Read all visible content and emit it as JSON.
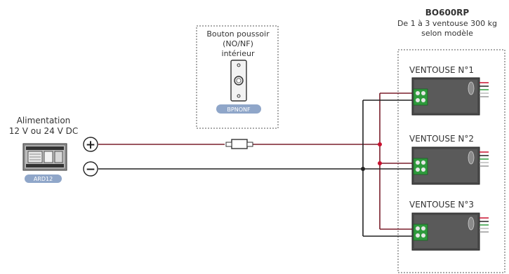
{
  "product": {
    "code": "BO600RP",
    "line1": "De 1 à 3 ventouse 300 kg",
    "line2": "selon modèle"
  },
  "push_button": {
    "line1": "Bouton poussoir",
    "line2": "(NO/NF)",
    "line3": "intérieur",
    "badge": "BPNONF"
  },
  "power": {
    "line1": "Alimentation",
    "line2": "12 V ou 24 V DC",
    "badge": "ARD12",
    "plus_symbol": "+",
    "minus_symbol": "−"
  },
  "magnets": [
    {
      "label": "VENTOUSE N°1"
    },
    {
      "label": "VENTOUSE N°2"
    },
    {
      "label": "VENTOUSE N°3"
    }
  ],
  "colors": {
    "positive_wire": "#7a1f2b",
    "negative_wire": "#222222",
    "junction": "#c8102e",
    "badge_bg": "#8fa6c9",
    "terminal_green": "#2e9a3c"
  }
}
